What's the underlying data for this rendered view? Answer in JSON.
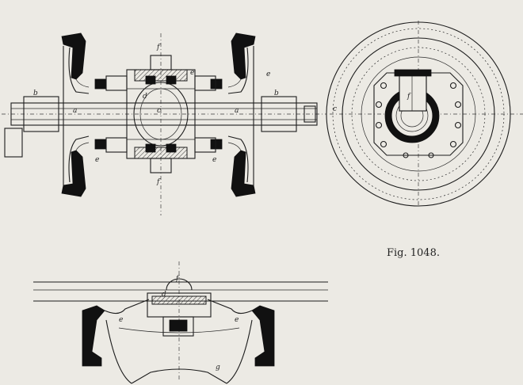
{
  "figure": {
    "caption": "Fig. 1048."
  },
  "labels": {
    "front_view": {
      "b_left": "b",
      "b_right": "b",
      "a_left": "a",
      "a_right": "a",
      "c_center": "c",
      "d_center": "d",
      "e_top_right": "e",
      "e_top_left": "e",
      "e_bottom_left": "e",
      "e_bottom_right": "e",
      "f_top": "f",
      "f_bottom": "f"
    },
    "side_view": {
      "c_left": "c",
      "f_hub": "f"
    },
    "bottom_view": {
      "f_top": "f",
      "d_center": "d",
      "g_bottom": "g",
      "e_left": "e",
      "e_right": "e"
    }
  }
}
